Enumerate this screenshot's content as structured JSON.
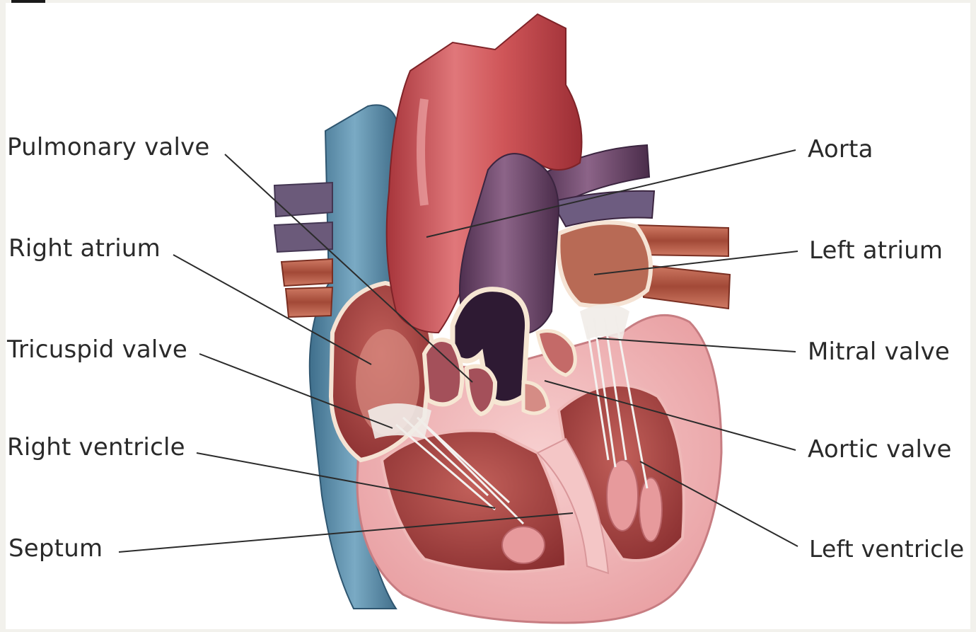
{
  "labels": {
    "pulmonary_valve": "Pulmonary valve",
    "right_atrium": "Right atrium",
    "tricuspid_valve": "Tricuspid valve",
    "right_ventricle": "Right ventricle",
    "septum": "Septum",
    "aorta": "Aorta",
    "left_atrium": "Left atrium",
    "mitral_valve": "Mitral valve",
    "aortic_valve": "Aortic valve",
    "left_ventricle": "Left ventricle"
  },
  "colors": {
    "background": "#ffffff",
    "label_text": "#2a2a2a",
    "leader_line": "#2b2b2b",
    "aorta_red": "#c9464b",
    "pulmonary_purple": "#6e4a6d",
    "vena_cava_blue": "#5b8fae",
    "myocardium_pink": "#f3bcbd",
    "chamber_red": "#a3403c"
  }
}
